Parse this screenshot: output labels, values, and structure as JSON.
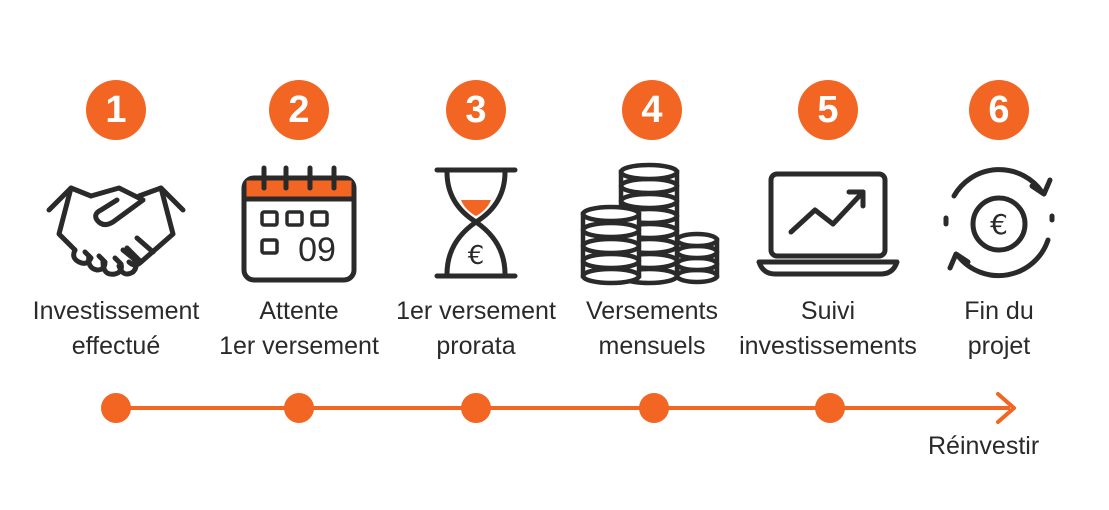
{
  "accent_color": "#f26522",
  "ink_color": "#2a2a2a",
  "steps": [
    {
      "number": "1",
      "icon": "handshake-icon",
      "label_line1": "Investissement",
      "label_line2": "effectué"
    },
    {
      "number": "2",
      "icon": "calendar-icon",
      "calendar_text": "09",
      "label_line1": "Attente",
      "label_line2": "1er versement"
    },
    {
      "number": "3",
      "icon": "hourglass-euro-icon",
      "icon_text": "€",
      "label_line1": "1er versement",
      "label_line2": "prorata"
    },
    {
      "number": "4",
      "icon": "coin-stacks-icon",
      "label_line1": "Versements",
      "label_line2": "mensuels"
    },
    {
      "number": "5",
      "icon": "laptop-chart-icon",
      "label_line1": "Suivi",
      "label_line2": "investissements"
    },
    {
      "number": "6",
      "icon": "euro-cycle-icon",
      "icon_text": "€",
      "label_line1": "Fin du",
      "label_line2": "projet"
    }
  ],
  "final_label": "Réinvestir"
}
